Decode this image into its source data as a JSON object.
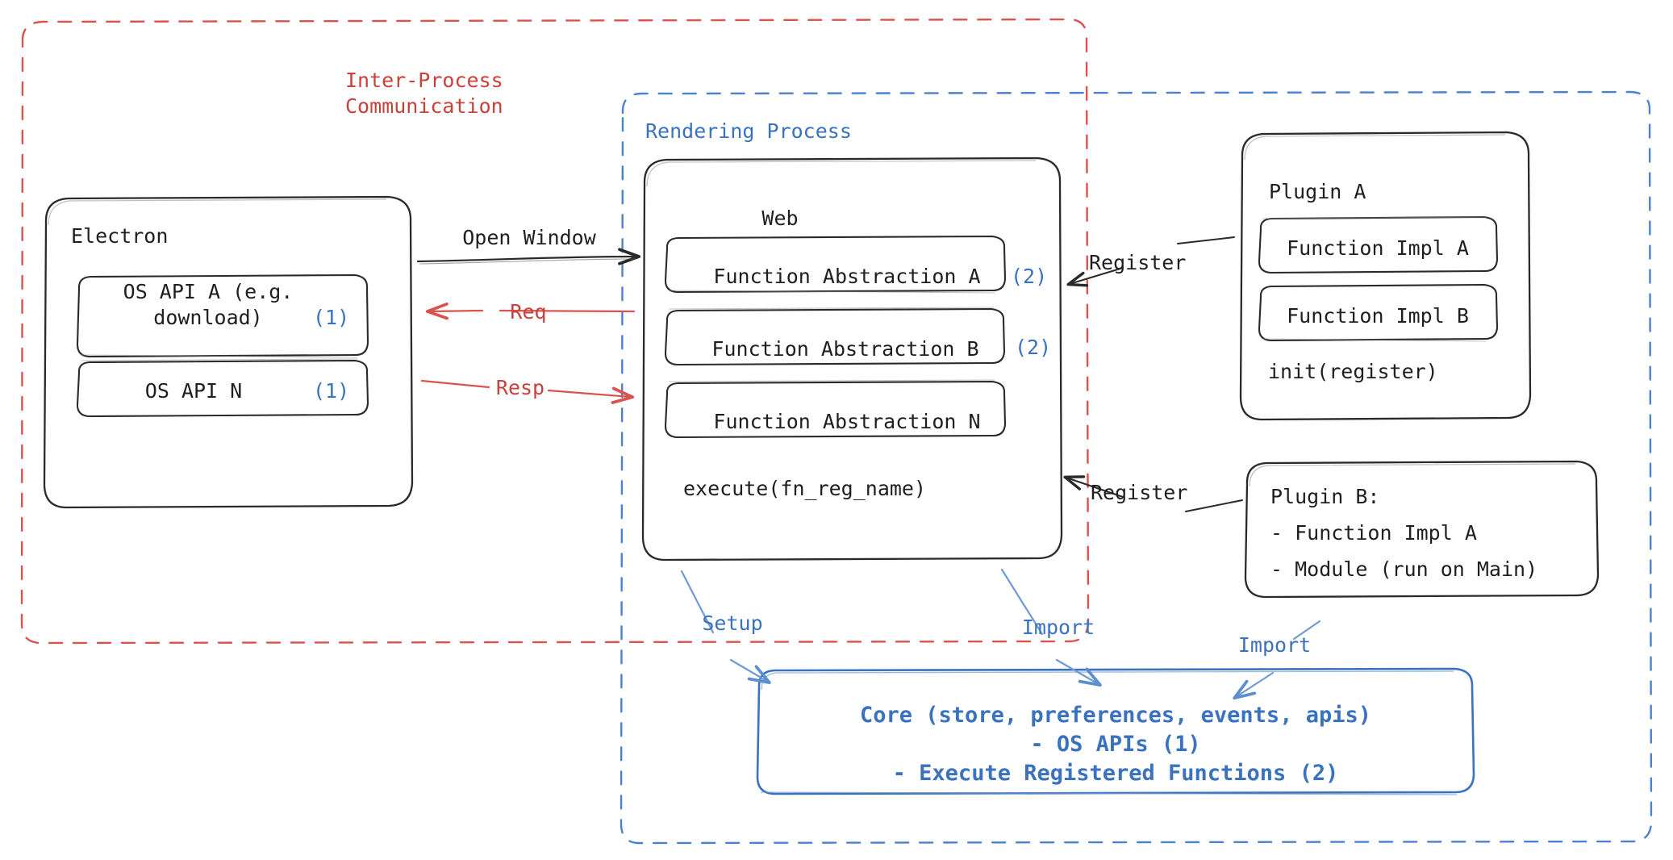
{
  "diagram": {
    "title": "Electron Plugin Architecture",
    "colors": {
      "red": "#c9413b",
      "blue": "#3a72bd",
      "dark": "#1f1f1f",
      "background": "#ffffff"
    },
    "groups": [
      {
        "id": "ipc",
        "label": "Inter-Process\nCommunication",
        "color": "#c9413b"
      },
      {
        "id": "rendering",
        "label": "Rendering Process",
        "color": "#3a72bd"
      }
    ],
    "boxes": {
      "electron": {
        "title": "Electron",
        "items": [
          {
            "label": "OS API A (e.g.\ndownload)",
            "badge": "(1)"
          },
          {
            "label": "OS API N",
            "badge": "(1)"
          }
        ]
      },
      "web": {
        "title": "Web",
        "items": [
          {
            "label": "Function Abstraction A",
            "badge": "(2)"
          },
          {
            "label": "Function Abstraction B",
            "badge": "(2)"
          },
          {
            "label": "Function Abstraction N",
            "badge": ""
          }
        ],
        "footer": "execute(fn_reg_name)"
      },
      "plugin_a": {
        "title": "Plugin A",
        "items": [
          {
            "label": "Function Impl A"
          },
          {
            "label": "Function Impl B"
          }
        ],
        "footer": "init(register)"
      },
      "plugin_b": {
        "lines": [
          "Plugin B:",
          "- Function Impl A",
          "- Module (run on Main)"
        ]
      },
      "core": {
        "lines": [
          "Core (store, preferences, events, apis)",
          "- OS APIs (1)",
          "- Execute Registered Functions (2)"
        ]
      }
    },
    "edges": [
      {
        "id": "open-window",
        "label": "Open Window",
        "color": "#1f1f1f"
      },
      {
        "id": "req",
        "label": "Req",
        "color": "#c9413b"
      },
      {
        "id": "resp",
        "label": "Resp",
        "color": "#c9413b"
      },
      {
        "id": "register-a",
        "label": "Register",
        "color": "#1f1f1f"
      },
      {
        "id": "register-b",
        "label": "Register",
        "color": "#1f1f1f"
      },
      {
        "id": "setup",
        "label": "Setup",
        "color": "#3a72bd"
      },
      {
        "id": "import-web",
        "label": "Import",
        "color": "#3a72bd"
      },
      {
        "id": "import-plugin",
        "label": "Import",
        "color": "#3a72bd"
      }
    ]
  }
}
